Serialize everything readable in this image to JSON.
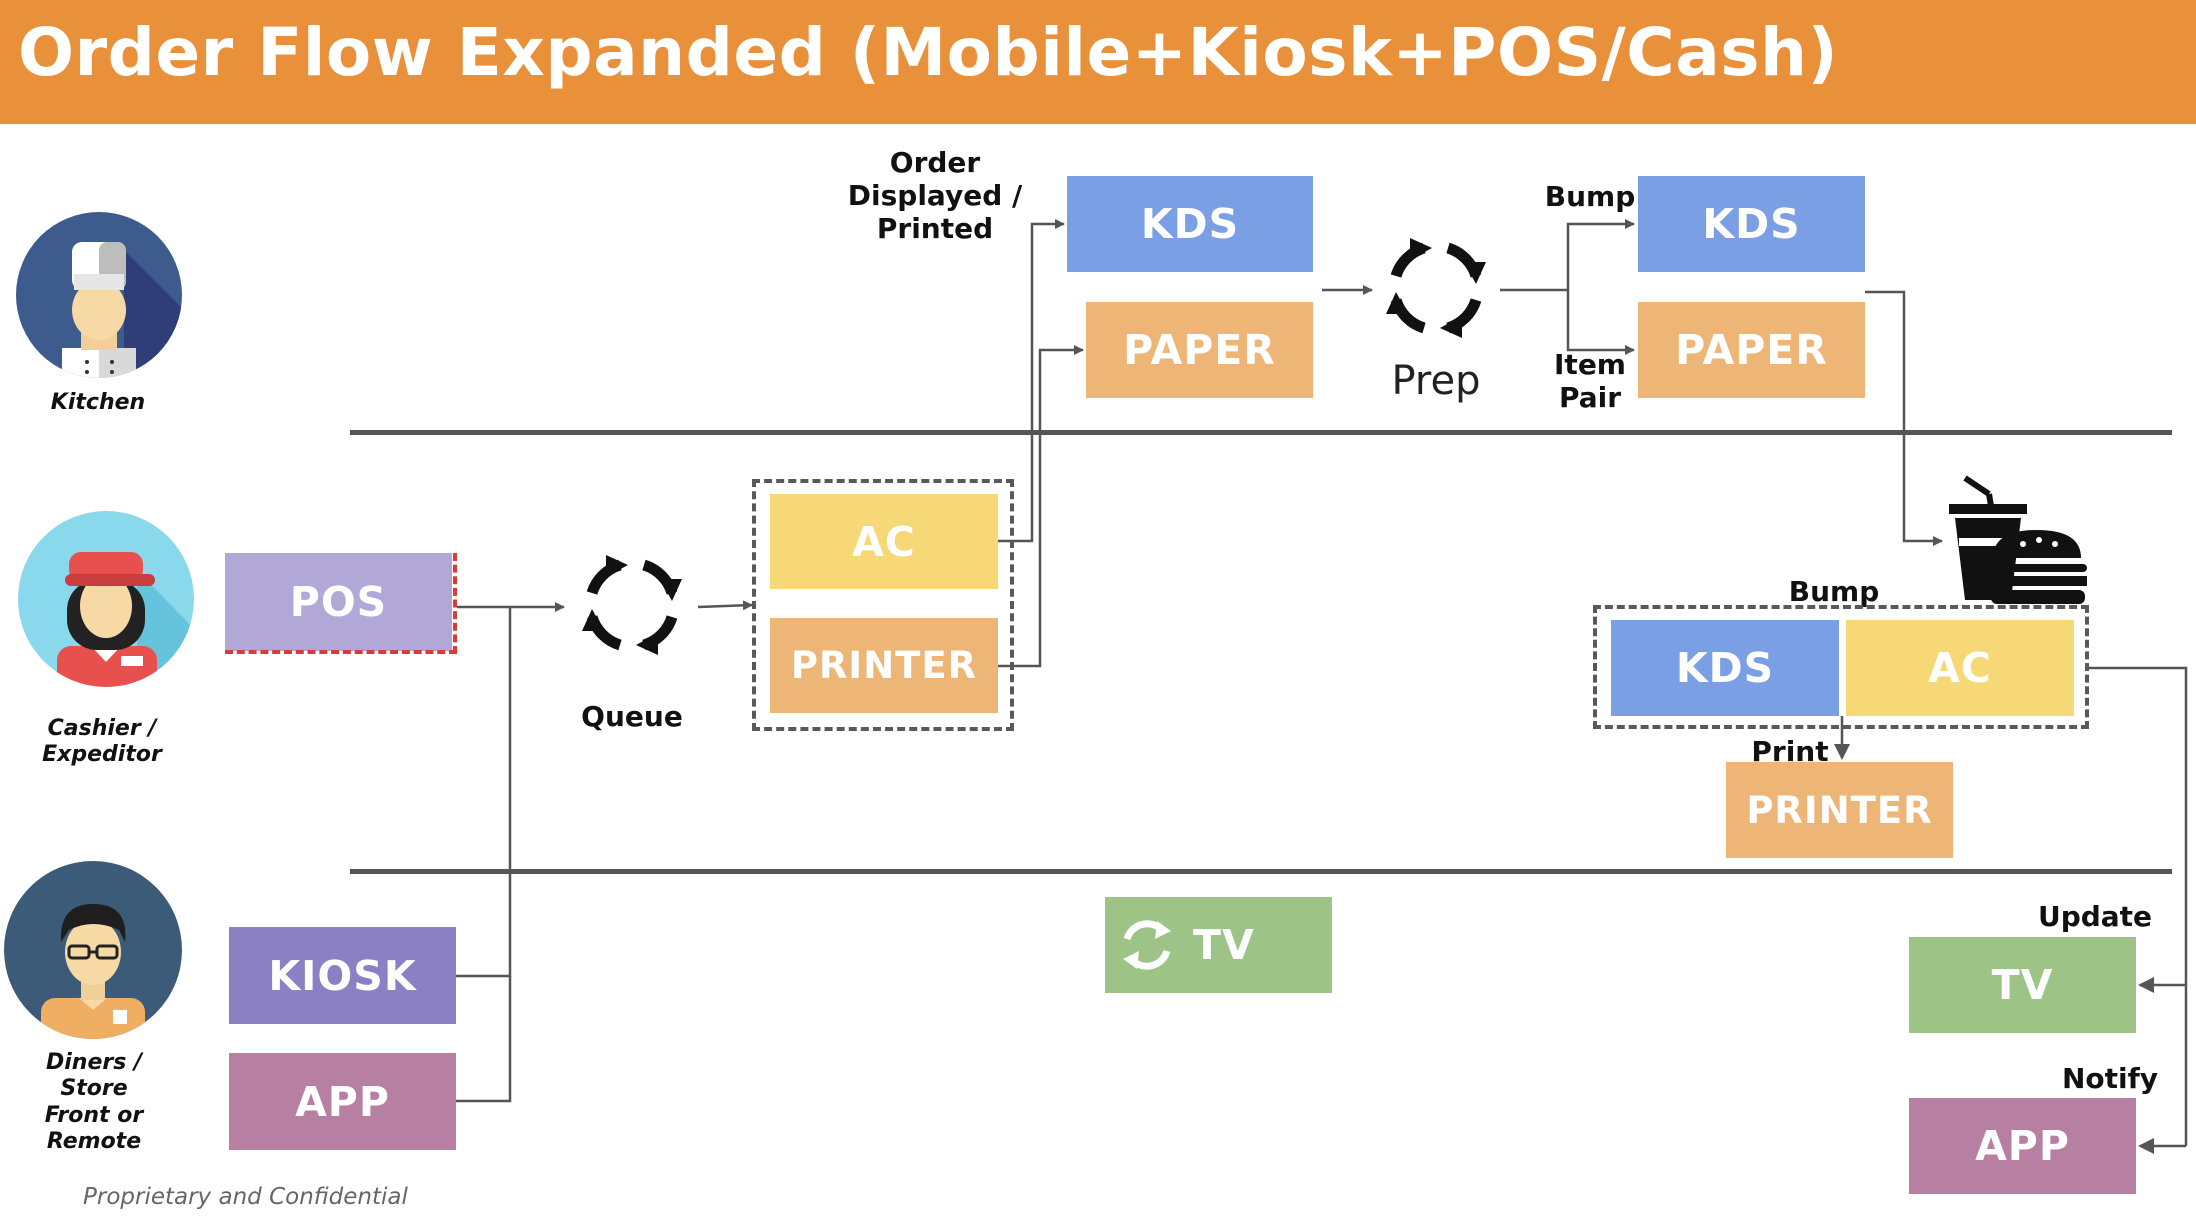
{
  "title": "Order Flow Expanded (Mobile+Kiosk+POS/Cash)",
  "footer": "Proprietary and Confidential",
  "colors": {
    "header": "#e8903a",
    "kds": "#7b9fe4",
    "paper": "#edb677",
    "ac": "#f7d876",
    "printer": "#edb677",
    "pos": "#b2a8d8",
    "kiosk": "#8b80c3",
    "app": "#b77fa1",
    "tv": "#9dc486",
    "divider": "#555555",
    "connector": "#555555"
  },
  "personas": {
    "kitchen": {
      "label": "Kitchen",
      "icon": "chef-avatar-icon"
    },
    "cashier": {
      "label_line1": "Cashier /",
      "label_line2": "Expeditor",
      "icon": "cashier-avatar-icon"
    },
    "diners": {
      "label_line1": "Diners /",
      "label_line2": "Store",
      "label_line3": "Front or",
      "label_line4": "Remote",
      "icon": "diner-avatar-icon"
    }
  },
  "inputs": {
    "pos": "POS",
    "kiosk": "KIOSK",
    "app": "APP"
  },
  "queue": {
    "label": "Queue",
    "icon": "cycle-arrows-icon"
  },
  "station_group": {
    "ac": "AC",
    "printer": "PRINTER"
  },
  "kitchen_flow": {
    "order_label_line1": "Order",
    "order_label_line2": "Displayed /",
    "order_label_line3": "Printed",
    "kds": "KDS",
    "paper": "PAPER",
    "prep_label": "Prep",
    "prep_icon": "cycle-arrows-icon",
    "bump_label": "Bump",
    "item_pair_line1": "Item",
    "item_pair_line2": "Pair",
    "kds2": "KDS",
    "paper2": "PAPER"
  },
  "food_icon": "drink-burger-icon",
  "expediting": {
    "bump_label": "Bump",
    "kds": "KDS",
    "ac": "AC",
    "print_label": "Print",
    "printer": "PRINTER"
  },
  "outputs": {
    "tv_center": "TV",
    "tv_center_icon": "refresh-icon",
    "update_label": "Update",
    "tv": "TV",
    "notify_label": "Notify",
    "app": "APP"
  }
}
